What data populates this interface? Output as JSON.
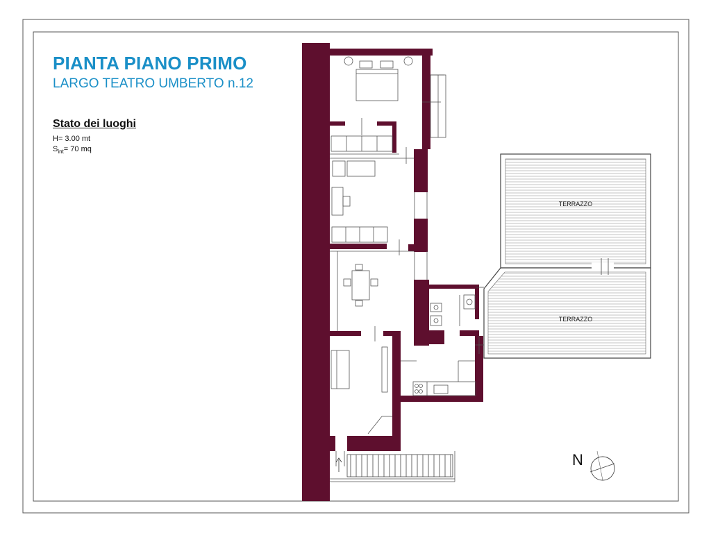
{
  "header": {
    "title": "PIANTA PIANO PRIMO",
    "address": "LARGO TEATRO UMBERTO n.12"
  },
  "status": {
    "heading": "Stato dei luoghi",
    "height_label": "H= 3.00 mt",
    "surface_prefix": "S",
    "surface_sub": "int",
    "surface_value": "= 70 mq"
  },
  "plan": {
    "terrace_1_label": "TERRAZZO",
    "terrace_2_label": "TERRAZZO",
    "north_label": "N"
  },
  "colors": {
    "wall": "#5e0f2e",
    "title": "#1a8fc7",
    "line": "#555555"
  }
}
